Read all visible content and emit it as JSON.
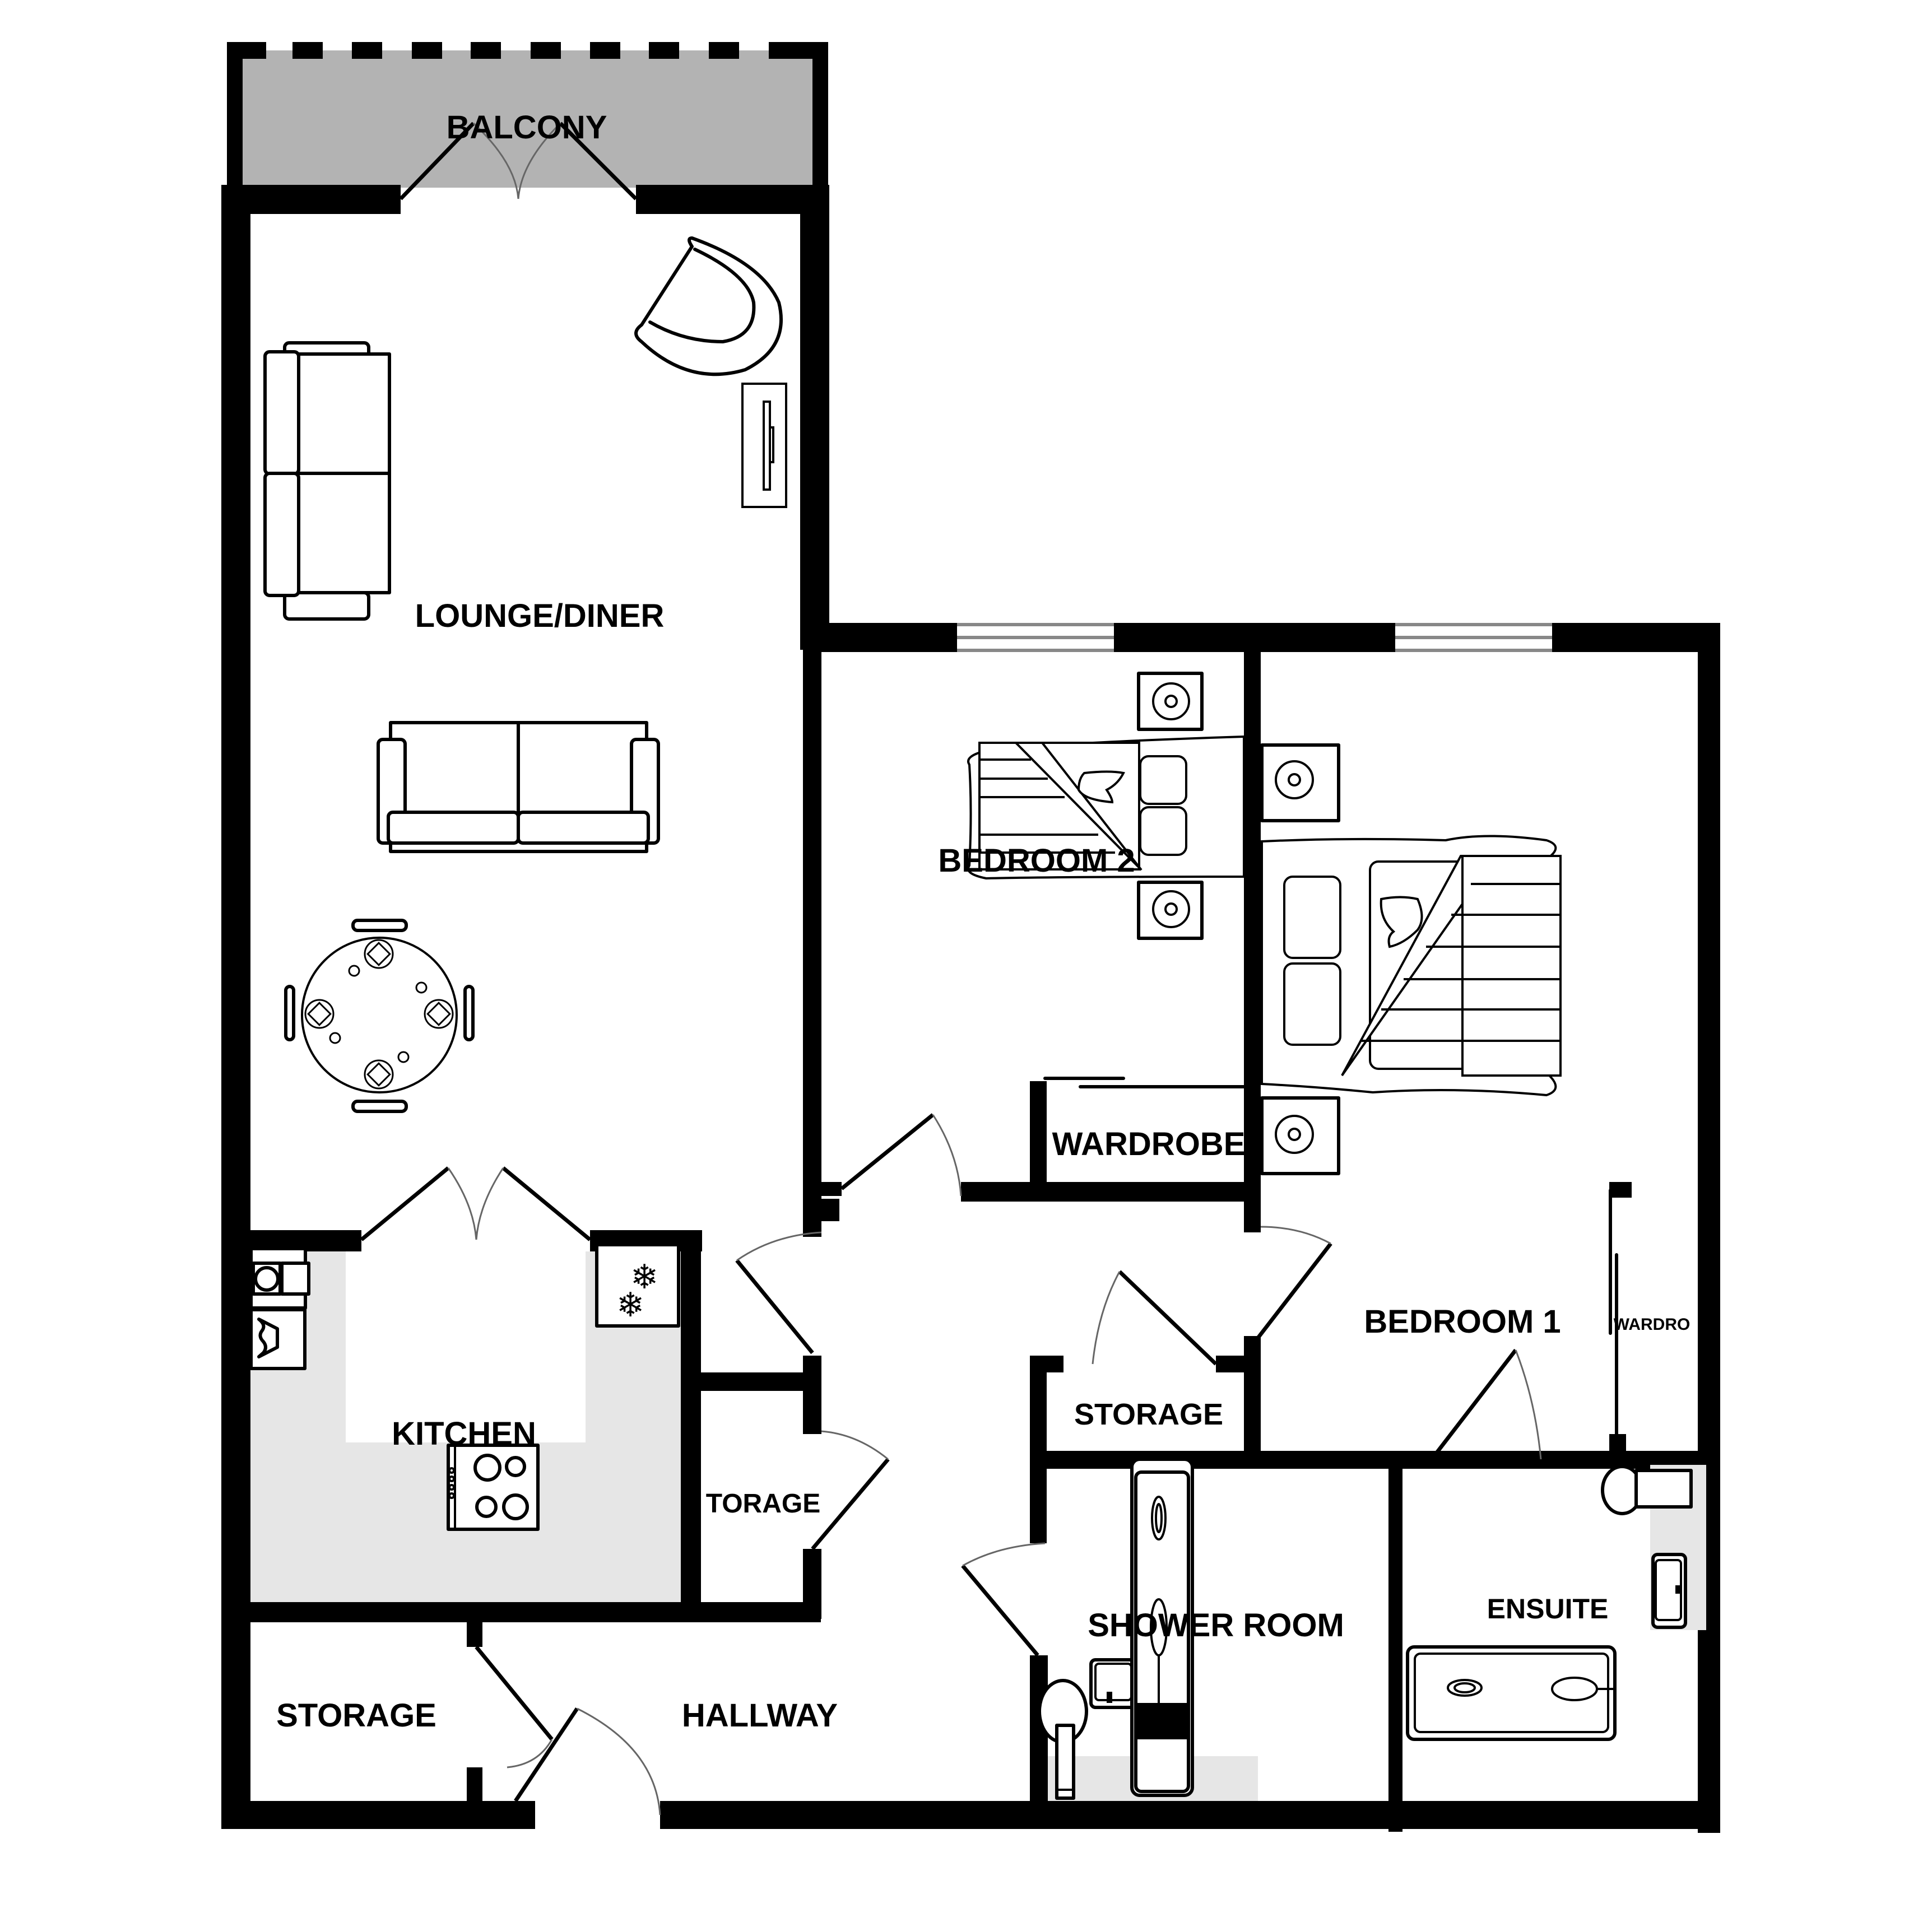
{
  "floorplan": {
    "title": "Apartment Floor Plan",
    "colors": {
      "wall": "#000000",
      "balcony_fill": "#b3b3b3",
      "worktop_fill": "#e6e6e6",
      "window_line": "#888888",
      "door_arc": "#666666"
    },
    "rooms": {
      "balcony": "BALCONY",
      "lounge_diner": "LOUNGE/DINER",
      "bedroom_2": "BEDROOM 2",
      "wardrobe_bed2": "WARDROBE",
      "bedroom_1": "BEDROOM 1",
      "wardrobe_bed1": "WARDRO",
      "kitchen": "KITCHEN",
      "storage_small": "TORAGE",
      "storage_corridor": "STORAGE",
      "shower_room": "SHOWER ROOM",
      "ensuite": "ENSUITE",
      "storage_entry": "STORAGE",
      "hallway": "HALLWAY"
    },
    "fixtures": [
      "armchair-icon",
      "tv-unit-icon",
      "sofa-icon",
      "sofa-icon",
      "dining-table-icon",
      "washing-machine-icon",
      "sink-icon",
      "fridge-freezer-icon",
      "hob-icon",
      "double-bed-icon",
      "double-bed-icon",
      "bedside-table-icon",
      "toilet-icon",
      "basin-icon",
      "bath-icon",
      "shower-tray-icon"
    ]
  }
}
